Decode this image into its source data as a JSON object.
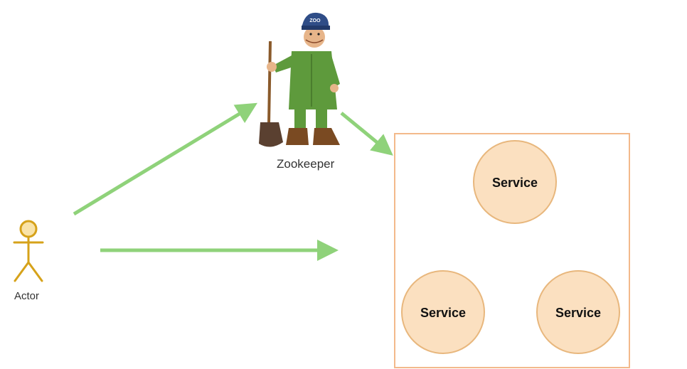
{
  "actor": {
    "label": "Actor"
  },
  "zookeeper": {
    "label": "Zookeeper",
    "hat_text": "ZOO"
  },
  "services": [
    {
      "label": "Service"
    },
    {
      "label": "Service"
    },
    {
      "label": "Service"
    }
  ],
  "colors": {
    "arrow": "#8fd27a",
    "actor": "#d6a21a",
    "actor_fill": "#f9e3a8",
    "service_fill": "#fbe0c0",
    "service_stroke": "#e8b77d",
    "box_stroke": "#f3b98b",
    "keeper_uniform": "#5e9a3c",
    "keeper_cap": "#2f4d87"
  }
}
